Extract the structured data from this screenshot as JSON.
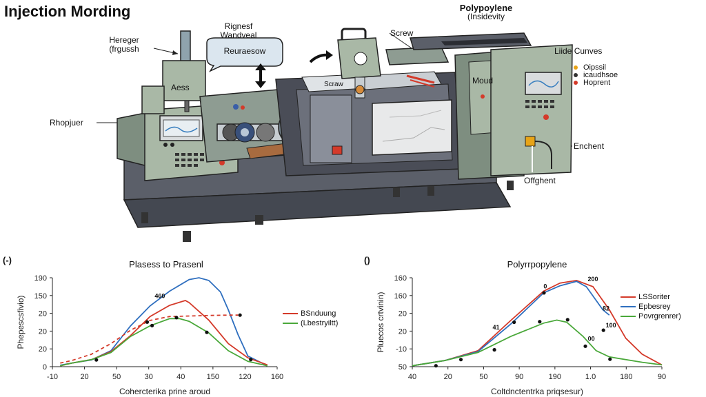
{
  "diagram": {
    "title": "Injection Mording",
    "top_label": {
      "line1": "Polypoylene",
      "line2": "(Insidevity"
    },
    "labels": {
      "hopper": {
        "line1": "Hereger",
        "line2": "(frgussh"
      },
      "bubble_caption": {
        "line1": "Rignesf",
        "line2": "Wandveal"
      },
      "bubble": "Reuraesow",
      "screw": "Screw",
      "screw_tag": "Scraw",
      "lid_curves": "Liide Cunves",
      "hopper_box": "Aess",
      "mold": "Moud",
      "rhopjuer": "Rhopjuer",
      "enchent": "Enchent",
      "offghent": "Offghent"
    },
    "dot_legend": [
      {
        "label": "Oipssil",
        "color": "#e8a417"
      },
      {
        "label": "icaudhsoe",
        "color": "#333333"
      },
      {
        "label": "Hoprent",
        "color": "#d43a2a"
      }
    ],
    "colors": {
      "machine": "#a9b8a6",
      "machine_dark": "#7e8e80",
      "frame": "#4a4d57",
      "base": "#5b5f69"
    }
  },
  "chart_data": [
    {
      "type": "line",
      "panel_label": "(-)",
      "title": "Plasess to Prasenl",
      "xlabel": "Cohercterika prine aroud",
      "ylabel": "Phepescsfivio)",
      "x_ticks": [
        "-10",
        "20",
        "50",
        "30",
        "40",
        "150",
        "120",
        "160"
      ],
      "y_ticks": [
        "0",
        "20",
        "20",
        "20",
        "150",
        "190"
      ],
      "annotations": [
        {
          "text": "460",
          "x": 4.5,
          "y": 3.85
        }
      ],
      "series": [
        {
          "name": "",
          "color": "#2f6fbf",
          "style": "solid",
          "points": [
            [
              -0.6,
              0.08
            ],
            [
              0,
              0.2
            ],
            [
              1,
              0.38
            ],
            [
              2,
              0.9
            ],
            [
              3,
              2.3
            ],
            [
              4,
              3.42
            ],
            [
              5,
              4.25
            ],
            [
              6,
              4.9
            ],
            [
              6.5,
              5.0
            ],
            [
              7,
              4.85
            ],
            [
              7.6,
              4.2
            ],
            [
              8,
              3.2
            ],
            [
              8.5,
              1.8
            ],
            [
              9,
              0.6
            ],
            [
              10,
              0.05
            ]
          ]
        },
        {
          "name": "BSnduung",
          "color": "#d43a2a",
          "style": "solid",
          "points": [
            [
              -0.6,
              0.05
            ],
            [
              0,
              0.2
            ],
            [
              1,
              0.4
            ],
            [
              2,
              0.85
            ],
            [
              3,
              1.75
            ],
            [
              4,
              2.82
            ],
            [
              5,
              3.45
            ],
            [
              5.8,
              3.72
            ],
            [
              6,
              3.6
            ],
            [
              7,
              2.62
            ],
            [
              8,
              1.3
            ],
            [
              9,
              0.5
            ],
            [
              10,
              0.1
            ]
          ]
        },
        {
          "name": "",
          "color": "#d43a2a",
          "style": "dashed",
          "points": [
            [
              -0.6,
              0.2
            ],
            [
              0,
              0.35
            ],
            [
              1,
              0.7
            ],
            [
              2,
              1.3
            ],
            [
              3,
              2.05
            ],
            [
              4,
              2.6
            ],
            [
              5,
              2.82
            ],
            [
              6,
              2.85
            ],
            [
              7,
              2.88
            ],
            [
              8,
              2.9
            ],
            [
              8.5,
              2.9
            ]
          ]
        },
        {
          "name": "(Lbestryiltt)",
          "color": "#4aa83a",
          "style": "solid",
          "points": [
            [
              -0.6,
              0.05
            ],
            [
              0,
              0.2
            ],
            [
              1,
              0.4
            ],
            [
              2,
              0.8
            ],
            [
              3,
              1.7
            ],
            [
              4,
              2.3
            ],
            [
              5,
              2.7
            ],
            [
              5.5,
              2.7
            ],
            [
              6,
              2.55
            ],
            [
              7,
              1.9
            ],
            [
              8,
              0.9
            ],
            [
              9,
              0.3
            ],
            [
              10,
              0.05
            ]
          ]
        }
      ],
      "markers": [
        [
          1.25,
          0.38
        ],
        [
          3.85,
          2.51
        ],
        [
          4.1,
          2.31
        ],
        [
          5.35,
          2.76
        ],
        [
          6.9,
          1.93
        ],
        [
          9.15,
          0.4
        ],
        [
          8.6,
          2.9
        ]
      ],
      "legend_position": "right",
      "grid": false
    },
    {
      "type": "line",
      "panel_label": "()",
      "title": "Polyrrpopylene",
      "xlabel": "Coltdnctentrka priqsesur)",
      "ylabel": "Pluecos crtvinin)",
      "x_ticks": [
        "40",
        "20",
        "50",
        "90",
        "190",
        "1.0",
        "180",
        "90"
      ],
      "y_ticks": [
        "50",
        "-10",
        "20",
        "20",
        "160",
        "160"
      ],
      "annotations": [
        {
          "text": "0",
          "x": 4.05,
          "y": 4.4
        },
        {
          "text": "200",
          "x": 5.5,
          "y": 4.8
        },
        {
          "text": "41",
          "x": 2.55,
          "y": 2.1
        },
        {
          "text": "82",
          "x": 5.9,
          "y": 3.15
        },
        {
          "text": "00",
          "x": 5.45,
          "y": 1.45
        },
        {
          "text": "100",
          "x": 6.05,
          "y": 2.2
        }
      ],
      "series": [
        {
          "name": "LSSoriter",
          "color": "#d43a2a",
          "style": "solid",
          "points": [
            [
              0,
              0.05
            ],
            [
              1,
              0.35
            ],
            [
              2,
              0.9
            ],
            [
              3,
              2.6
            ],
            [
              4,
              4.25
            ],
            [
              4.5,
              4.7
            ],
            [
              5,
              4.85
            ],
            [
              5.5,
              4.5
            ],
            [
              6,
              3.2
            ],
            [
              6.5,
              1.6
            ],
            [
              7,
              0.7
            ],
            [
              7.6,
              0.1
            ]
          ]
        },
        {
          "name": "Epbesrey",
          "color": "#2f6fbf",
          "style": "solid",
          "points": [
            [
              0,
              0.05
            ],
            [
              1,
              0.35
            ],
            [
              2,
              0.85
            ],
            [
              3,
              2.4
            ],
            [
              4,
              4.15
            ],
            [
              4.5,
              4.55
            ],
            [
              5,
              4.8
            ],
            [
              5.3,
              4.5
            ],
            [
              5.8,
              3.2
            ],
            [
              6,
              2.9
            ]
          ]
        },
        {
          "name": "Povrgrenrer)",
          "color": "#4aa83a",
          "style": "solid",
          "points": [
            [
              0,
              0.05
            ],
            [
              1,
              0.35
            ],
            [
              2,
              0.8
            ],
            [
              3,
              1.7
            ],
            [
              4,
              2.45
            ],
            [
              4.4,
              2.62
            ],
            [
              4.7,
              2.5
            ],
            [
              5.2,
              1.7
            ],
            [
              5.6,
              0.9
            ],
            [
              6,
              0.55
            ],
            [
              7,
              0.25
            ],
            [
              7.6,
              0.1
            ]
          ]
        }
      ],
      "markers": [
        [
          0.72,
          0.05
        ],
        [
          1.48,
          0.4
        ],
        [
          2.5,
          0.95
        ],
        [
          3.1,
          2.5
        ],
        [
          4.01,
          4.15
        ],
        [
          3.88,
          2.53
        ],
        [
          4.73,
          2.64
        ],
        [
          5.27,
          1.15
        ],
        [
          5.82,
          2.05
        ],
        [
          6.02,
          0.42
        ]
      ],
      "legend_position": "right",
      "grid": false
    }
  ]
}
